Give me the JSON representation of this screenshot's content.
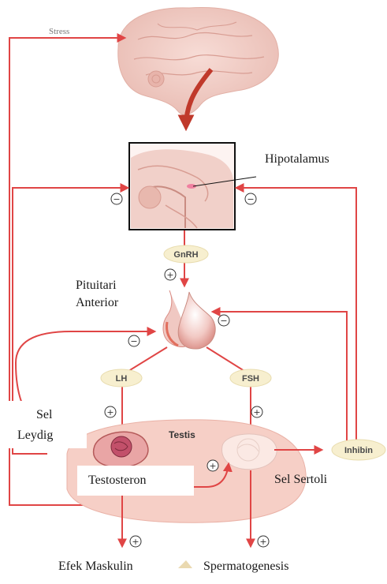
{
  "labels": {
    "top_label": "Stress",
    "hypothalamus": "Hipotalamus",
    "pituitary_line1": "Pituitari",
    "pituitary_line2": "Anterior",
    "sel": "Sel",
    "leydig": "Leydig",
    "testis": "Testis",
    "testosteron": "Testosteron",
    "sel_sertoli": "Sel Sertoli",
    "efek_maskulin": "Efek Maskulin",
    "spermatogenesis": "Spermatogenesis"
  },
  "hormones": {
    "gnrh": "GnRH",
    "lh": "LH",
    "fsh": "FSH",
    "inhibin": "Inhibin"
  },
  "signs": {
    "plus": "+",
    "minus": "−"
  },
  "colors": {
    "arrow": "#e04545",
    "testis_fill": "#f6cfc6",
    "pill_fill": "#f7efcf",
    "brain_fill": "#f3d1cb"
  }
}
